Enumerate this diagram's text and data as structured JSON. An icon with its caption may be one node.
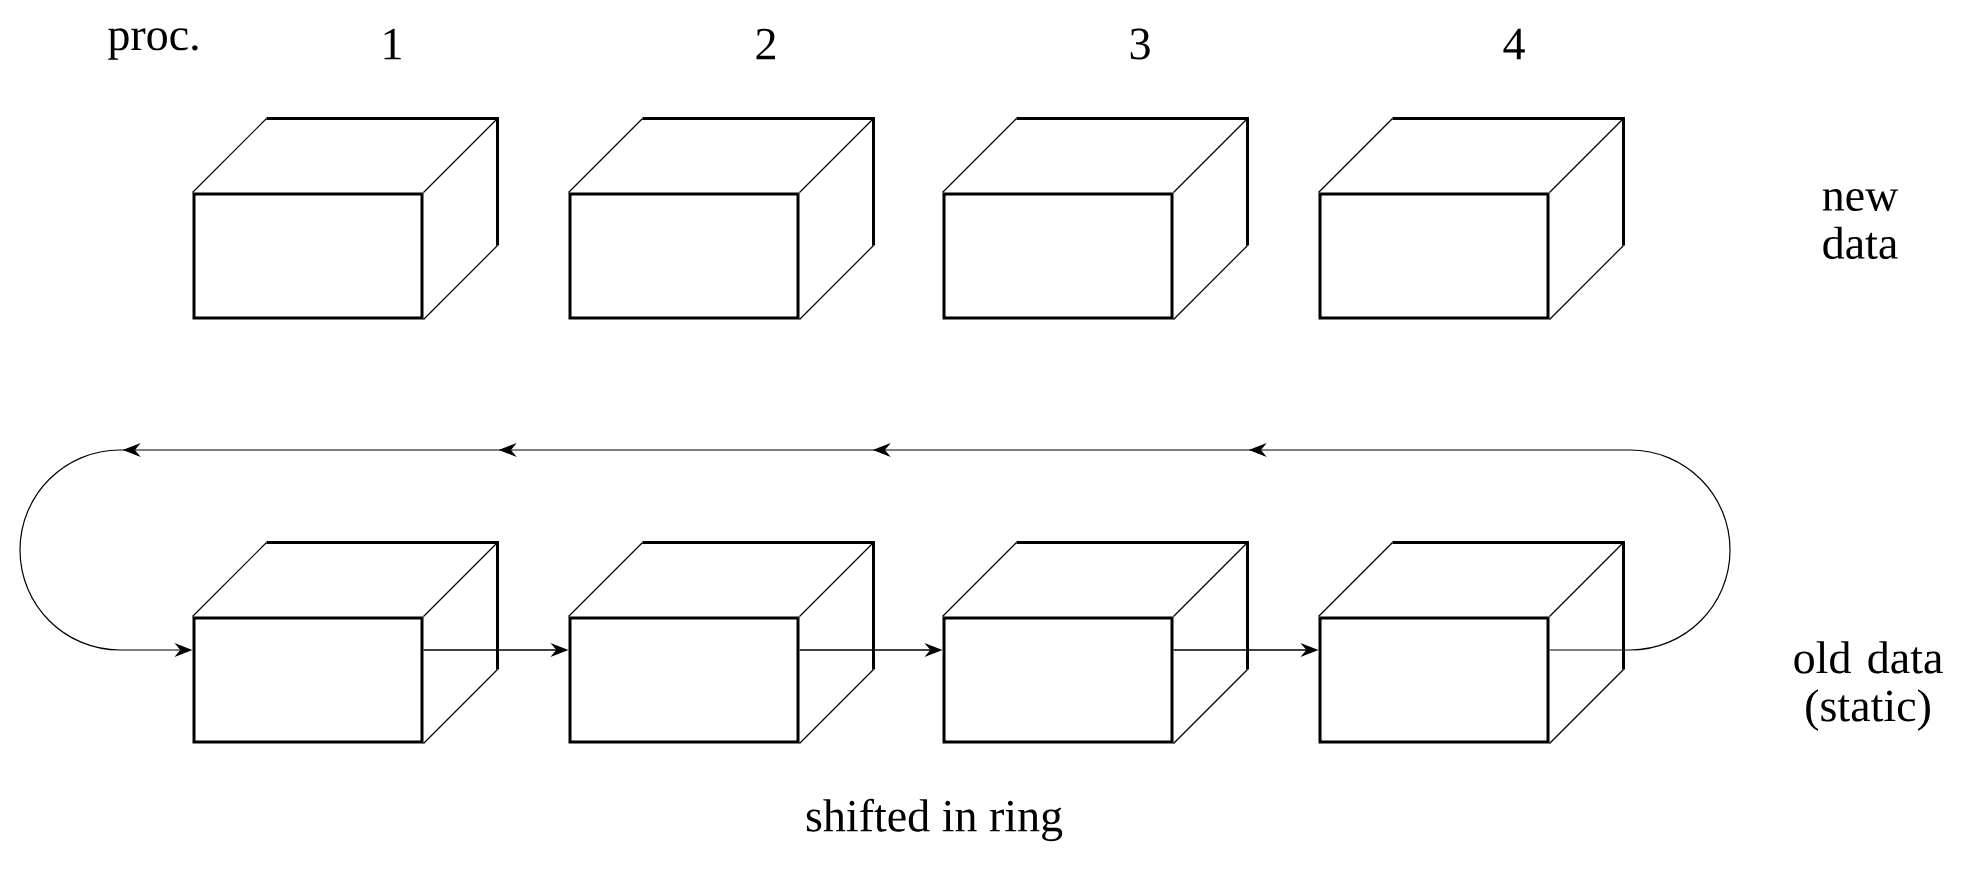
{
  "diagram": {
    "nodes": [
      {
        "text": [],
        "shape": "box"
      },
      {
        "text": [],
        "shape": "box"
      },
      {
        "text": [],
        "shape": "box"
      },
      {
        "text": [],
        "shape": "box"
      },
      {
        "text": [],
        "shape": "box"
      },
      {
        "text": [],
        "shape": "box"
      },
      {
        "text": [],
        "shape": "box"
      },
      {
        "text": [],
        "shape": "box"
      }
    ],
    "edges": [
      {
        "from": 4,
        "to": 5,
        "arrow": "to"
      },
      {
        "from": 5,
        "to": 6,
        "arrow": "to"
      },
      {
        "from": 6,
        "to": 7,
        "arrow": "to"
      },
      {
        "from": 7,
        "to": 4,
        "arrow": "to"
      }
    ],
    "labels": [
      "proc.",
      "1",
      "2",
      "3",
      "4",
      "new data",
      "old data (static)",
      "shifted in ring"
    ]
  }
}
